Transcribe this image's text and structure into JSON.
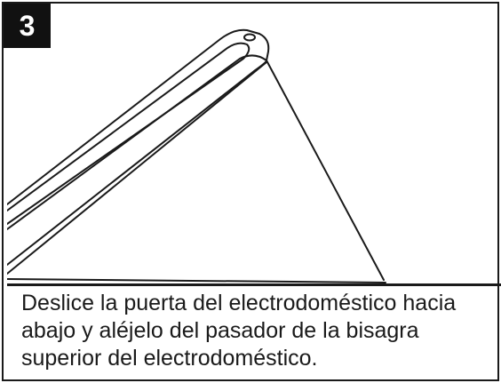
{
  "step": {
    "number": "3"
  },
  "instruction": {
    "lines": [
      "Deslice la puerta del electrodoméstico hacia",
      "abajo y aléjelo del pasador de la bisagra",
      "superior del electrodoméstico."
    ]
  },
  "illustration": {
    "subject": "appliance-door-and-top-hinge-pin",
    "stroke_color": "#1a1a1a"
  }
}
